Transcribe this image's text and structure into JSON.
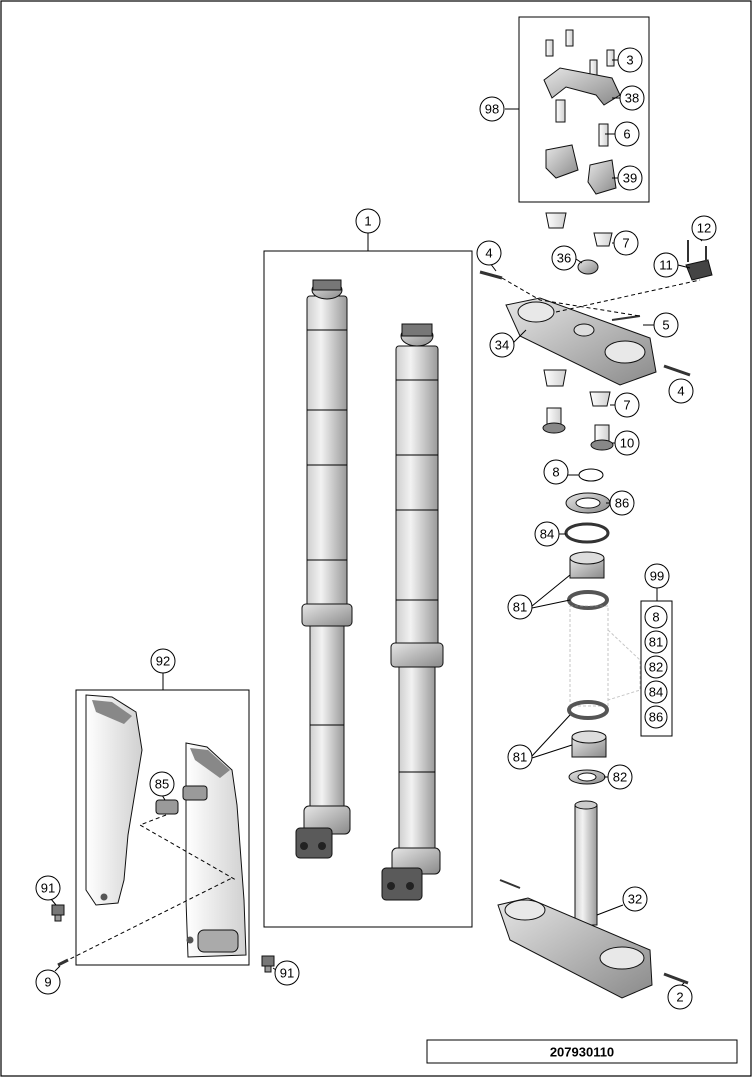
{
  "callouts": {
    "c1": "1",
    "c2": "2",
    "c3": "3",
    "c4a": "4",
    "c4b": "4",
    "c5": "5",
    "c6": "6",
    "c7a": "7",
    "c7b": "7",
    "c8": "8",
    "c9": "9",
    "c10": "10",
    "c11": "11",
    "c12": "12",
    "c32": "32",
    "c34": "34",
    "c36": "36",
    "c38": "38",
    "c39": "39",
    "c81a": "81",
    "c81b": "81",
    "c82": "82",
    "c84": "84",
    "c85": "85",
    "c86": "86",
    "c91a": "91",
    "c91b": "91",
    "c92": "92",
    "c98": "98",
    "c99": "99"
  },
  "kit99": {
    "items": [
      "8",
      "81",
      "82",
      "84",
      "86"
    ]
  },
  "reference_number": "207930110"
}
